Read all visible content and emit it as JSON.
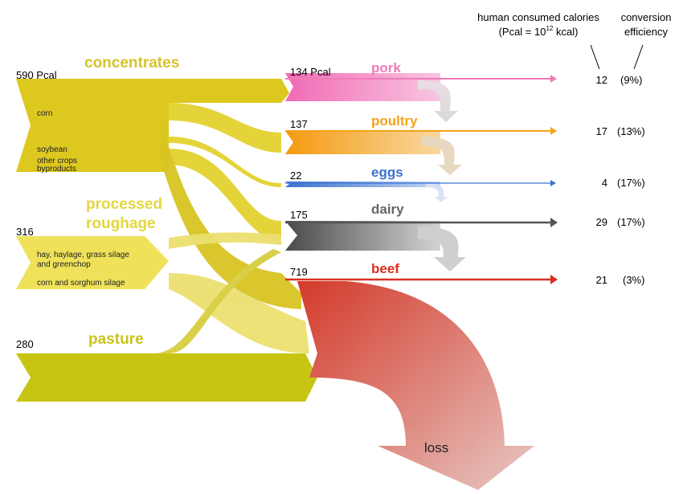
{
  "header": {
    "calories_line1": "human consumed calories",
    "calories_line2_pre": "(Pcal = 10",
    "calories_line2_sup": "12",
    "calories_line2_post": " kcal)",
    "efficiency_line1": "conversion",
    "efficiency_line2": "efficiency"
  },
  "sources": {
    "concentrates": {
      "label": "concentrates",
      "value": "590 Pcal",
      "components": [
        "corn",
        "soybean",
        "other crops",
        "byproducts"
      ]
    },
    "roughage": {
      "label_line1": "processed",
      "label_line2": "roughage",
      "value": "316",
      "components": [
        "hay, haylage, grass silage",
        "and greenchop",
        "corn and sorghum silage"
      ]
    },
    "pasture": {
      "label": "pasture",
      "value": "280"
    }
  },
  "outputs": [
    {
      "name": "pork",
      "input": "134 Pcal",
      "calories": "12",
      "efficiency": "(9%)",
      "color": "#f07ab8"
    },
    {
      "name": "poultry",
      "input": "137",
      "calories": "17",
      "efficiency": "(13%)",
      "color": "#f5a21a"
    },
    {
      "name": "eggs",
      "input": "22",
      "calories": "4",
      "efficiency": "(17%)",
      "color": "#3b73d1"
    },
    {
      "name": "dairy",
      "input": "175",
      "calories": "29",
      "efficiency": "(17%)",
      "color": "#555555"
    },
    {
      "name": "beef",
      "input": "719",
      "calories": "21",
      "efficiency": "(3%)",
      "color": "#d7301f"
    }
  ],
  "loss": {
    "label": "loss"
  },
  "colors": {
    "concentrates": "#ddc820",
    "roughage": "#efe25a",
    "pasture": "#c8c414",
    "loss": "#d04a3c"
  }
}
